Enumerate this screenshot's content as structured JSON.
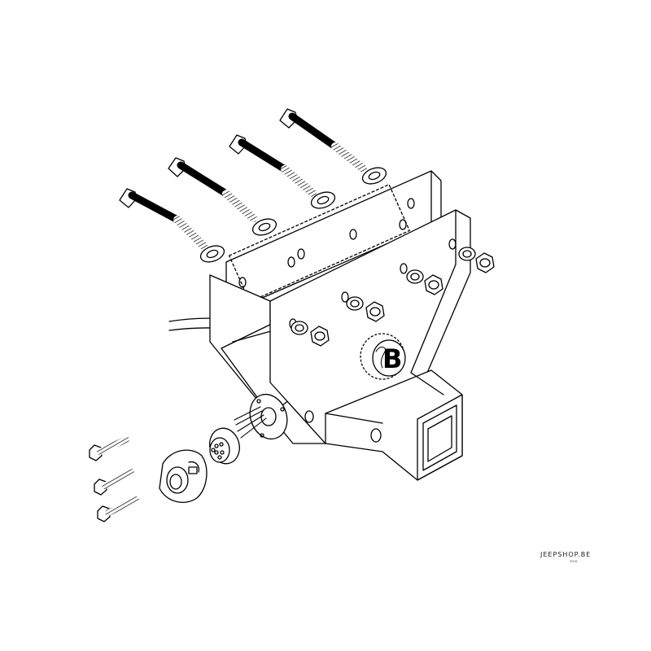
{
  "watermark": {
    "text": "JEEPSHOP.BE",
    "sub": "www"
  },
  "logo": {
    "letter": "B"
  }
}
